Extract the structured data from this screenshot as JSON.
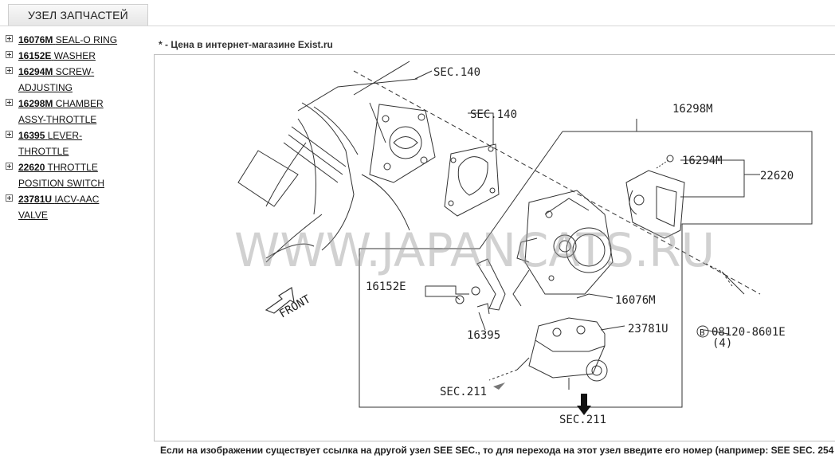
{
  "tab": {
    "label": "УЗЕЛ ЗАПЧАСТЕЙ"
  },
  "parts": [
    {
      "code": "16076M",
      "name_line1": "SEAL-O RING",
      "name_line2": ""
    },
    {
      "code": "16152E",
      "name_line1": "WASHER",
      "name_line2": ""
    },
    {
      "code": "16294M",
      "name_line1": "SCREW-",
      "name_line2": "ADJUSTING"
    },
    {
      "code": "16298M",
      "name_line1": "CHAMBER",
      "name_line2": "ASSY-THROTTLE"
    },
    {
      "code": "16395",
      "name_line1": "LEVER-",
      "name_line2": "THROTTLE"
    },
    {
      "code": "22620",
      "name_line1": "THROTTLE",
      "name_line2": "POSITION SWITCH"
    },
    {
      "code": "23781U",
      "name_line1": "IACV-AAC",
      "name_line2": "VALVE"
    }
  ],
  "price_note": "* - Цена в интернет-магазине Exist.ru",
  "diagram": {
    "callouts": {
      "sec140_top": "SEC.140",
      "sec140_mid": "SEC.140",
      "c16298M": "16298M",
      "c16294M": "16294M",
      "c22620": "22620",
      "c16152E": "16152E",
      "c16076M": "16076M",
      "c16395": "16395",
      "c23781U": "23781U",
      "bolt": "08120-8601E",
      "bolt_symbol": "B",
      "bolt_qty": "(4)",
      "sec211_left": "SEC.211",
      "sec211_bottom": "SEC.211",
      "front": "FRONT"
    },
    "watermark": "WWW.JAPANCATS.RU"
  },
  "footer_note": "Если на изображении существует ссылка на другой узел SEE SEC., то для перехода на этот узел введите его номер (например: SEE SEC. 254"
}
